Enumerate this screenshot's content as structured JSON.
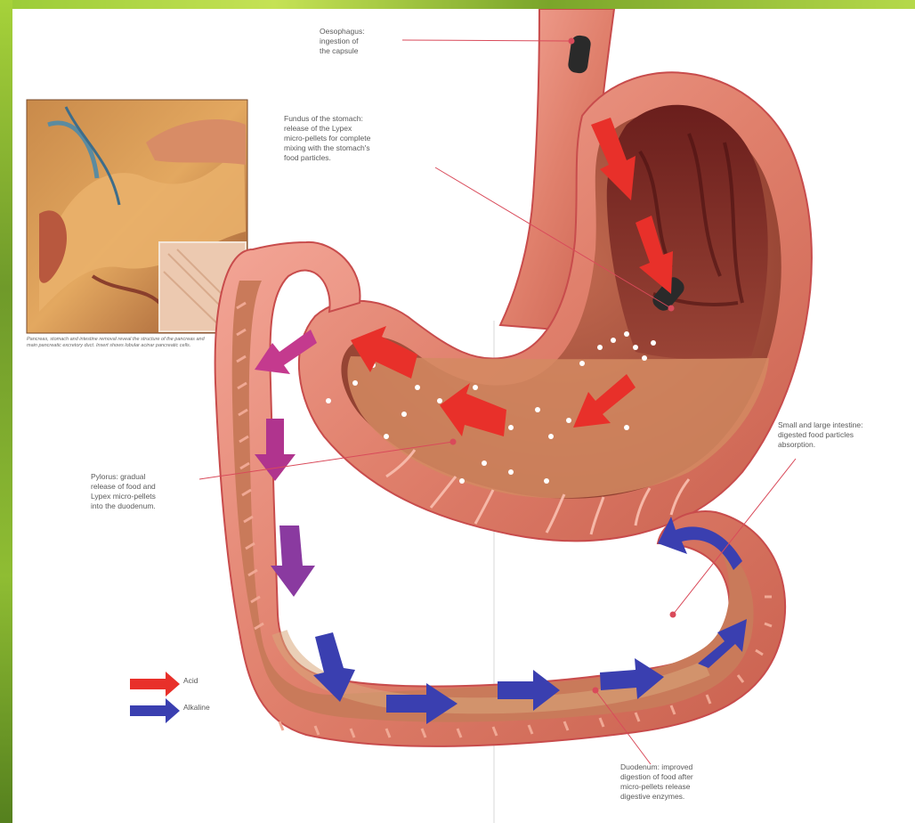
{
  "labels": {
    "oesophagus": "Oesophagus:\ningestion of\nthe capsule",
    "fundus": "Fundus of the stomach:\nrelease of the Lypex\nmicro-pellets for complete\nmixing with the stomach's\nfood particles.",
    "pylorus": "Pylorus: gradual\nrelease of food and\nLypex micro-pellets\ninto the duodenum.",
    "intestine": "Small and large intestine:\ndigested food particles\nabsorption.",
    "duodenum": "Duodenum: improved\ndigestion of food after\nmicro-pellets release\ndigestive enzymes."
  },
  "inset": {
    "caption": "Pancreas, stomach and intestine removal reveal the structure of the pancreas and main pancreatic excretory duct. Insert shows lobular acinar pancreatic cells."
  },
  "legend": {
    "acid_label": "Acid",
    "alkaline_label": "Alkaline"
  },
  "colors": {
    "acid": "#e8302a",
    "alkaline": "#3a3fb0",
    "transition": "#a0308c",
    "tissue": "#e89080",
    "tissue_dark": "#7a2a24",
    "leader_line": "#d94a5a"
  },
  "icons": [
    "capsule-icon",
    "acid-arrow-icon",
    "alkaline-arrow-icon"
  ]
}
